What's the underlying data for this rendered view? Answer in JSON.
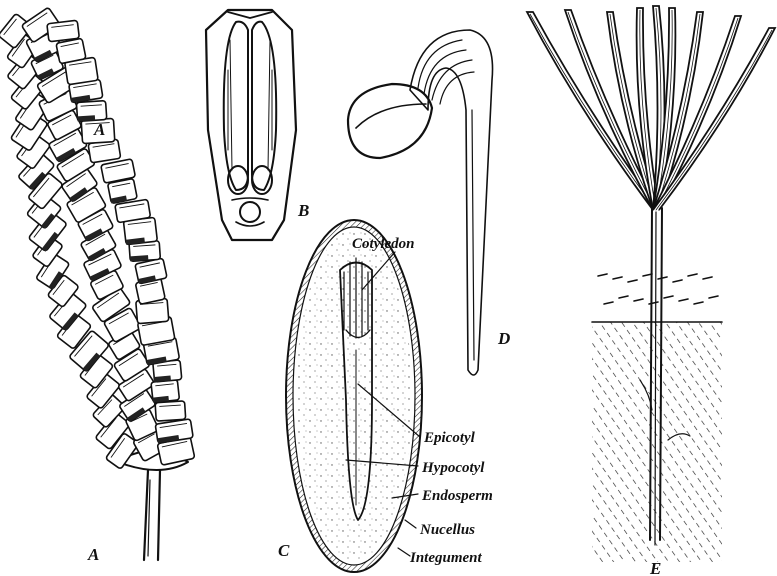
{
  "figure": {
    "panel_labels": {
      "a": "A",
      "b": "B",
      "c": "C",
      "d": "D",
      "e": "E"
    },
    "seed_labels": {
      "cotyledon": "Cotyledon",
      "epicotyl": "Epicotyl",
      "hypocotyl": "Hypocotyl",
      "endosperm": "Endosperm",
      "nucellus": "Nucellus",
      "integument": "Integument"
    }
  }
}
